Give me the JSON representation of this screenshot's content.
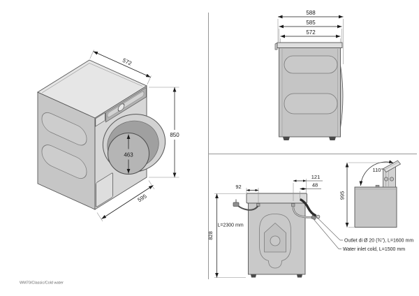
{
  "footer": {
    "model_code": "WM70/Classic/Cold water"
  },
  "colors": {
    "background": "#ffffff",
    "outline": "#565656",
    "dim_text": "#1a1a1a",
    "body_gray": "#c9c9c9"
  },
  "isometric_view": {
    "width_label": "572",
    "height_label": "850",
    "depth_label": "595",
    "door_diameter_label": "463"
  },
  "side_view": {
    "depth_total": "588",
    "depth_mid": "585",
    "depth_body": "572"
  },
  "rear_view": {
    "drain_offset": "92",
    "inlet_offset": "121",
    "outlet_offset": "48",
    "height": "828",
    "drain_hose_length": "L=2300 mm",
    "outlet_label": "Outlet di Ø 20 (¾\"), L=1600 mm",
    "inlet_label": "Water inlet cold, L=1500 mm"
  },
  "door_view": {
    "opening_angle": "110°",
    "clearance_height": "995"
  }
}
